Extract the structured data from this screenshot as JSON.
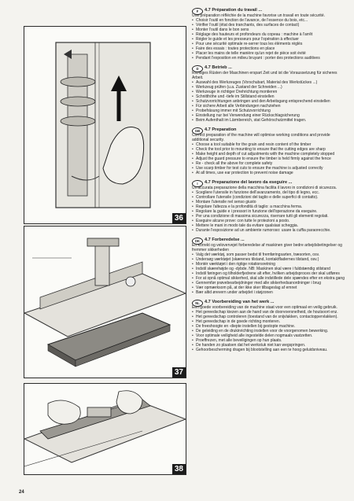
{
  "page_number": "24",
  "figures": [
    {
      "number": "36"
    },
    {
      "number": "37"
    },
    {
      "number": "38"
    }
  ],
  "sections": [
    {
      "lang": "F",
      "title": "4.7 Préparation du travail ...",
      "intro": "Une préparation réfléchie de la machine favorise un travail en toute sécurité.",
      "items": [
        "Choisir l'outil en fonction de l'avance, de l'essence du bois, etc...",
        "Vérifier l'outil (état des tranchants, des surfaces de contact)",
        "Monter l'outil dans le bon sens",
        "Réglage des hauteurs et profondeurs du copeau : machine à l'arrêt",
        "Régler le guide et les presseurs pour l'opération à effectuer",
        "Pour une sécurité optimale re-serrer tous les éléments réglés",
        "Faire des essais : toutes protections en place",
        "Placer les mains de telle manière qu'un rejet de pièce soit évité",
        "Pendant l'exposition en milieu bruyant : porter des protections auditives"
      ]
    },
    {
      "lang": "D",
      "title": "4.7 Betrieb ...",
      "intro": "Richtiges Rüsten der Maschinen erspart Zeit und ist die Voraussetzung für sicheres Arbeit.",
      "items": [
        "Auswahl des Werkzeuges (Vorschubart, Material des Werkstückes ...)",
        "Werkzeug prüfen (u.a. Zustand der Schneiden ...)",
        "Werkzeuge in richtiger Drehrichtung montieren",
        "Schnitthöhe und -tiefe im Stillstand einstellen",
        "Schutzvorrichtungen anbringen und den Arbeitsgang entsprechend einstellen",
        "Für sichere Arbeit alle Verbindungen nachziehen",
        "Probefräsung immer mit Schutzvorrichtung",
        "Einstellung nur bei Verwendung einer Rückschlagsicherung",
        "Beim Aufenthalt im Lärmbereich, stat Gehörschutzmittel tragen."
      ]
    },
    {
      "lang": "GB",
      "title": "4.7 Preparation",
      "intro": "Correct preparation of the machine will optimise working conditions and provide additional security.",
      "items": [
        "Choose a tool suitable for the grain and resin content of the timber",
        "Check the tool prior to mounting to ensure that the cutting edges are sharp",
        "Make height and depth of cut adjustments with the machine completely stopped",
        "Adjust the guard pressure to ensure the timber is held firmly against the fence",
        "Re - check all the above for complete safety",
        "Use scarp timber for test cuts to ensure the machine is adjusted correctly",
        "At all times, use ear protection to prevent noise damage"
      ]
    },
    {
      "lang": "I",
      "title": "4.7 Preparazione del lavoro da eseguire ...",
      "intro": "Un'accurata preparazione della macchina facilita il lavoro in condizioni di sicurezza.",
      "items": [
        "Scegliere l'utensile in funzione dell'avanzamento, del tipo di legno, ecc.",
        "Controllare l'utensile (condizioni del taglio e delle superfici di contatto).",
        "Montare l'utensile nel senso giusto",
        "Regolare l'altezza e la profondità di taglio: a macchina ferma.",
        "Regolare la guide e i pressori in funzione dell'operazione da eseguire.",
        "Per una condizione di massima sicurezza, riserrare tutti gli elementi regolati.",
        "Eseguire alcune prove: con tutte le protezioni a posto.",
        "Mettere le mani in modo tale da evitare qualsiasi scheggia.",
        "Durante l'esposizione ad un ambiente rumoroso: usare la cuffia paraorecchie."
      ]
    },
    {
      "lang": "DK",
      "title": "4.7 Forberedelse ...",
      "intro": "En korrekt og velovervejet forberedelse af maskinen giver bedre arbejdsbetingelser og fremmer sikkerheden",
      "items": [
        "Valg det værktøj, som passer bedst til fremføringsarten, træsorten, osv.",
        "Undersøg værktøjet (skærenes tilstand, kontaktfladernes tilstand, osv.)",
        "Montér værktøjet i den rigtige rotationsretning",
        "Indstil skærehøjde og -dybde. NB: Maskinen skal være i fuldstændig stilstand",
        "Indstil føringen og tilholderfjedrene alt efter, hvilken arbejdsproces der skal udføres",
        "For at opnå optimal sikkerhed, skal alle indstillede dele spændes efter en ekstra gang",
        "Gennemfør prøvebearbejdninger med alle sikkerhedsanordninger i brug",
        "Vær opmærksom på, at der ikke sker tilbageslag af emnet",
        "Bær altid ørevern under arbejdet i støjzonen"
      ]
    },
    {
      "lang": "NL",
      "title": "4.7 Voorbereiding van het werk ...",
      "intro": "Een goede voorbereiding van de machine staat voor een optimaal en veilig gebruik.",
      "items": [
        "Het gereedschap kiezen aan de hand van de doorvoersnelheid, de houtsoort enz.",
        "Het gereedschap controleren (toestand van de snijvlakken, contactoppervlakken).",
        "Het gereedschap in de goede richting monteren.",
        "De freeshoogte en -diepte instellen bij gestopte machine.",
        "De geleiding en de drukinrichting instellen voor de voorgenomen bewerking.",
        "Voor optimale veiligheid alle ingestelde delen nogmaals vastzetten.",
        "Proeffrezen, met alle beveiligingen op hun plaats.",
        "De handen zo plaatsen dat het werkstuk niet kan wegspringen.",
        "Gehoorbescherming dragen bij blootstelling aan een te hoog geluidsniveau."
      ]
    }
  ]
}
